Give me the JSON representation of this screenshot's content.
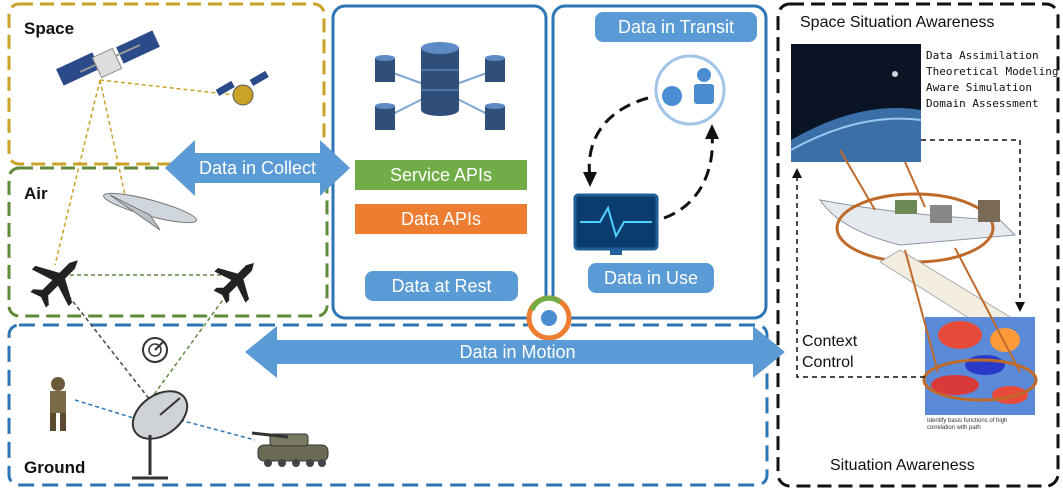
{
  "regions": {
    "space": "Space",
    "air": "Air",
    "ground": "Ground"
  },
  "flows": {
    "collect": "Data in Collect",
    "motion": "Data in Motion"
  },
  "rest_panel": {
    "service_apis": "Service APIs",
    "data_apis": "Data APIs",
    "data_at_rest": "Data at Rest"
  },
  "transit_panel": {
    "data_in_transit": "Data in Transit",
    "data_in_use": "Data in Use"
  },
  "ssa_panel": {
    "title": "Space Situation Awareness",
    "items": [
      "Data Assimilation",
      "Theoretical Modeling",
      "Aware Simulation",
      "Domain Assessment"
    ],
    "context_control_line1": "Context",
    "context_control_line2": "Control",
    "footer": "Situation Awareness",
    "caption_small": "Identify basis functions of high correlation with path"
  },
  "colors": {
    "space_border": "#c9a227",
    "air_border": "#5e8a3a",
    "blue_border": "#2e75b6",
    "ground_border": "#2e75b6",
    "arrow_blue": "#5b9bd5",
    "service_green": "#70ad47",
    "data_orange": "#ed7d31",
    "pill_blue": "#5b9bd5"
  }
}
